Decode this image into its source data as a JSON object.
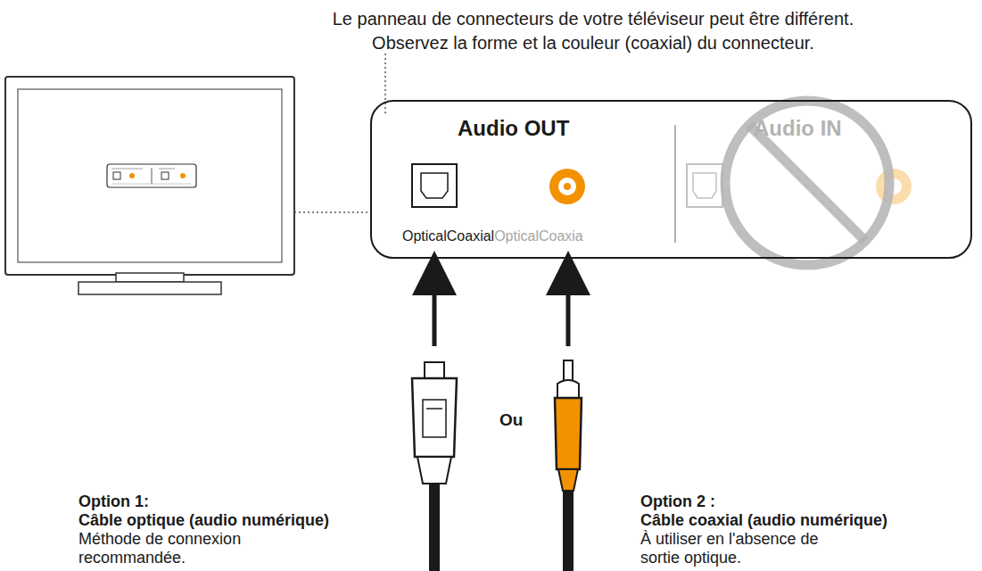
{
  "diagram": {
    "nodes": [
      {
        "text": [
          "Audio OUT",
          "OpticalCoaxial",
          "OpticalCoaxia",
          "Audio IN"
        ]
      }
    ],
    "labels": [
      "Le panneau de connecteurs de votre téléviseur peut être différent. Observez la forme et la couleur (coaxial) du connecteur.",
      "Ou",
      "Option 1:",
      "Câble optique (audio numérique)",
      "Méthode de connexion recommandée.",
      "Option 2 :",
      "Câble coaxial (audio numérique)",
      "À utiliser en l'absence de sortie optique."
    ]
  }
}
